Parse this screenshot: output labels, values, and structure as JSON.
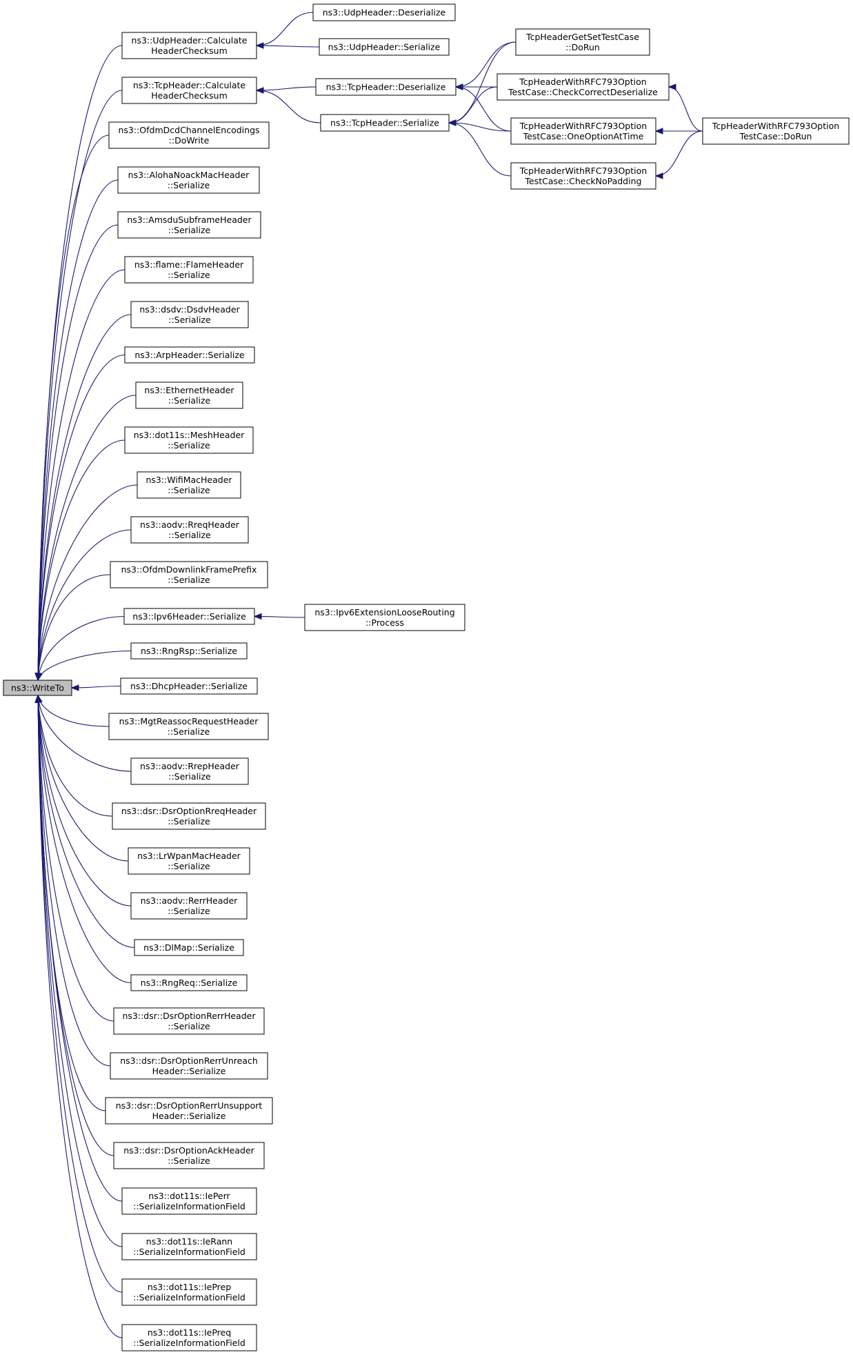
{
  "diagram": {
    "root": {
      "id": "writeto",
      "lines": [
        "ns3::WriteTo"
      ]
    },
    "nodes": [
      {
        "id": "udp-calc",
        "lines": [
          "ns3::UdpHeader::Calculate",
          "HeaderChecksum"
        ]
      },
      {
        "id": "tcp-calc",
        "lines": [
          "ns3::TcpHeader::Calculate",
          "HeaderChecksum"
        ]
      },
      {
        "id": "ofdm-dcd",
        "lines": [
          "ns3::OfdmDcdChannelEncodings",
          "::DoWrite"
        ]
      },
      {
        "id": "aloha",
        "lines": [
          "ns3::AlohaNoackMacHeader",
          "::Serialize"
        ]
      },
      {
        "id": "amsdu",
        "lines": [
          "ns3::AmsduSubframeHeader",
          "::Serialize"
        ]
      },
      {
        "id": "flame",
        "lines": [
          "ns3::flame::FlameHeader",
          "::Serialize"
        ]
      },
      {
        "id": "dsdv",
        "lines": [
          "ns3::dsdv::DsdvHeader",
          "::Serialize"
        ]
      },
      {
        "id": "arp",
        "lines": [
          "ns3::ArpHeader::Serialize"
        ]
      },
      {
        "id": "ethernet",
        "lines": [
          "ns3::EthernetHeader",
          "::Serialize"
        ]
      },
      {
        "id": "mesh",
        "lines": [
          "ns3::dot11s::MeshHeader",
          "::Serialize"
        ]
      },
      {
        "id": "wifimac",
        "lines": [
          "ns3::WifiMacHeader",
          "::Serialize"
        ]
      },
      {
        "id": "aodv-rreq",
        "lines": [
          "ns3::aodv::RreqHeader",
          "::Serialize"
        ]
      },
      {
        "id": "ofdm-dl",
        "lines": [
          "ns3::OfdmDownlinkFramePrefix",
          "::Serialize"
        ]
      },
      {
        "id": "ipv6",
        "lines": [
          "ns3::Ipv6Header::Serialize"
        ]
      },
      {
        "id": "rngrsp",
        "lines": [
          "ns3::RngRsp::Serialize"
        ]
      },
      {
        "id": "dhcp",
        "lines": [
          "ns3::DhcpHeader::Serialize"
        ]
      },
      {
        "id": "mgt",
        "lines": [
          "ns3::MgtReassocRequestHeader",
          "::Serialize"
        ]
      },
      {
        "id": "aodv-rrep",
        "lines": [
          "ns3::aodv::RrepHeader",
          "::Serialize"
        ]
      },
      {
        "id": "dsr-rreq",
        "lines": [
          "ns3::dsr::DsrOptionRreqHeader",
          "::Serialize"
        ]
      },
      {
        "id": "lrwpan",
        "lines": [
          "ns3::LrWpanMacHeader",
          "::Serialize"
        ]
      },
      {
        "id": "aodv-rerr",
        "lines": [
          "ns3::aodv::RerrHeader",
          "::Serialize"
        ]
      },
      {
        "id": "dlmap",
        "lines": [
          "ns3::DlMap::Serialize"
        ]
      },
      {
        "id": "rngreq",
        "lines": [
          "ns3::RngReq::Serialize"
        ]
      },
      {
        "id": "dsr-rerr",
        "lines": [
          "ns3::dsr::DsrOptionRerrHeader",
          "::Serialize"
        ]
      },
      {
        "id": "dsr-unreach",
        "lines": [
          "ns3::dsr::DsrOptionRerrUnreach",
          "Header::Serialize"
        ]
      },
      {
        "id": "dsr-unsupport",
        "lines": [
          "ns3::dsr::DsrOptionRerrUnsupport",
          "Header::Serialize"
        ]
      },
      {
        "id": "dsr-ack",
        "lines": [
          "ns3::dsr::DsrOptionAckHeader",
          "::Serialize"
        ]
      },
      {
        "id": "ieperr",
        "lines": [
          "ns3::dot11s::IePerr",
          "::SerializeInformationField"
        ]
      },
      {
        "id": "ierann",
        "lines": [
          "ns3::dot11s::IeRann",
          "::SerializeInformationField"
        ]
      },
      {
        "id": "ieprep",
        "lines": [
          "ns3::dot11s::IePrep",
          "::SerializeInformationField"
        ]
      },
      {
        "id": "iepreq",
        "lines": [
          "ns3::dot11s::IePreq",
          "::SerializeInformationField"
        ]
      },
      {
        "id": "udp-deser",
        "lines": [
          "ns3::UdpHeader::Deserialize"
        ]
      },
      {
        "id": "udp-ser",
        "lines": [
          "ns3::UdpHeader::Serialize"
        ]
      },
      {
        "id": "tcp-deser",
        "lines": [
          "ns3::TcpHeader::Deserialize"
        ]
      },
      {
        "id": "tcp-ser",
        "lines": [
          "ns3::TcpHeader::Serialize"
        ]
      },
      {
        "id": "ipv6-loose",
        "lines": [
          "ns3::Ipv6ExtensionLooseRouting",
          "::Process"
        ]
      },
      {
        "id": "tc-getset",
        "lines": [
          "TcpHeaderGetSetTestCase",
          "::DoRun"
        ]
      },
      {
        "id": "tc-correct",
        "lines": [
          "TcpHeaderWithRFC793Option",
          "TestCase::CheckCorrectDeserialize"
        ]
      },
      {
        "id": "tc-one",
        "lines": [
          "TcpHeaderWithRFC793Option",
          "TestCase::OneOptionAtTime"
        ]
      },
      {
        "id": "tc-nopad",
        "lines": [
          "TcpHeaderWithRFC793Option",
          "TestCase::CheckNoPadding"
        ]
      },
      {
        "id": "tc-dorun",
        "lines": [
          "TcpHeaderWithRFC793Option",
          "TestCase::DoRun"
        ]
      }
    ],
    "edges": [
      [
        "udp-calc",
        "writeto"
      ],
      [
        "tcp-calc",
        "writeto"
      ],
      [
        "ofdm-dcd",
        "writeto"
      ],
      [
        "aloha",
        "writeto"
      ],
      [
        "amsdu",
        "writeto"
      ],
      [
        "flame",
        "writeto"
      ],
      [
        "dsdv",
        "writeto"
      ],
      [
        "arp",
        "writeto"
      ],
      [
        "ethernet",
        "writeto"
      ],
      [
        "mesh",
        "writeto"
      ],
      [
        "wifimac",
        "writeto"
      ],
      [
        "aodv-rreq",
        "writeto"
      ],
      [
        "ofdm-dl",
        "writeto"
      ],
      [
        "ipv6",
        "writeto"
      ],
      [
        "rngrsp",
        "writeto"
      ],
      [
        "dhcp",
        "writeto"
      ],
      [
        "mgt",
        "writeto"
      ],
      [
        "aodv-rrep",
        "writeto"
      ],
      [
        "dsr-rreq",
        "writeto"
      ],
      [
        "lrwpan",
        "writeto"
      ],
      [
        "aodv-rerr",
        "writeto"
      ],
      [
        "dlmap",
        "writeto"
      ],
      [
        "rngreq",
        "writeto"
      ],
      [
        "dsr-rerr",
        "writeto"
      ],
      [
        "dsr-unreach",
        "writeto"
      ],
      [
        "dsr-unsupport",
        "writeto"
      ],
      [
        "dsr-ack",
        "writeto"
      ],
      [
        "ieperr",
        "writeto"
      ],
      [
        "ierann",
        "writeto"
      ],
      [
        "ieprep",
        "writeto"
      ],
      [
        "iepreq",
        "writeto"
      ],
      [
        "udp-deser",
        "udp-calc"
      ],
      [
        "udp-ser",
        "udp-calc"
      ],
      [
        "tcp-deser",
        "tcp-calc"
      ],
      [
        "tcp-ser",
        "tcp-calc"
      ],
      [
        "ipv6-loose",
        "ipv6"
      ],
      [
        "tc-getset",
        "tcp-deser"
      ],
      [
        "tc-correct",
        "tcp-deser"
      ],
      [
        "tc-one",
        "tcp-deser"
      ],
      [
        "tc-getset",
        "tcp-ser"
      ],
      [
        "tc-correct",
        "tcp-ser"
      ],
      [
        "tc-one",
        "tcp-ser"
      ],
      [
        "tc-nopad",
        "tcp-ser"
      ],
      [
        "tc-dorun",
        "tc-correct"
      ],
      [
        "tc-dorun",
        "tc-one"
      ],
      [
        "tc-dorun",
        "tc-nopad"
      ]
    ]
  }
}
